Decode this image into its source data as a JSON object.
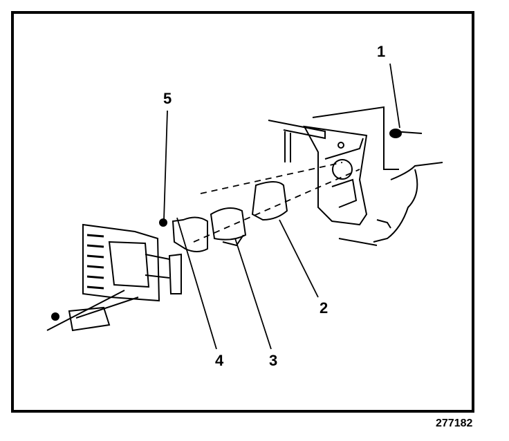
{
  "figure_number": "277182",
  "callouts": [
    "1",
    "2",
    "3",
    "4",
    "5"
  ],
  "colors": {
    "ink": "#000000",
    "paper": "#ffffff"
  }
}
